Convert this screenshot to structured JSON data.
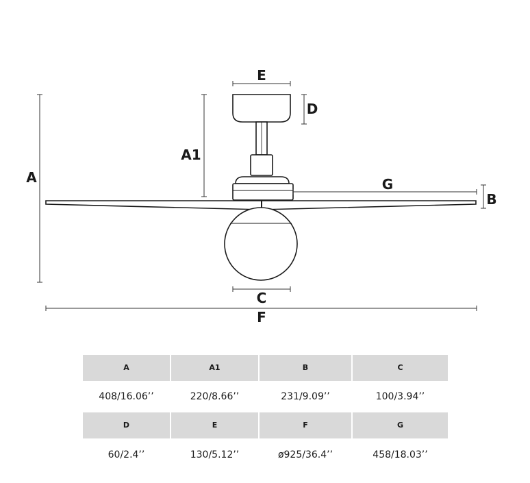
{
  "labels": {
    "A": "A",
    "A1": "A1",
    "B": "B",
    "C": "C",
    "D": "D",
    "E": "E",
    "F": "F",
    "G": "G"
  },
  "table": {
    "rows": [
      {
        "headers": [
          "A",
          "A1",
          "B",
          "C"
        ],
        "values": [
          "408/16.06’’",
          "220/8.66’’",
          "231/9.09’’",
          "100/3.94’’"
        ]
      },
      {
        "headers": [
          "D",
          "E",
          "F",
          "G"
        ],
        "values": [
          "60/2.4’’",
          "130/5.12’’",
          "ø925/36.4’’",
          "458/18.03’’"
        ]
      }
    ]
  }
}
